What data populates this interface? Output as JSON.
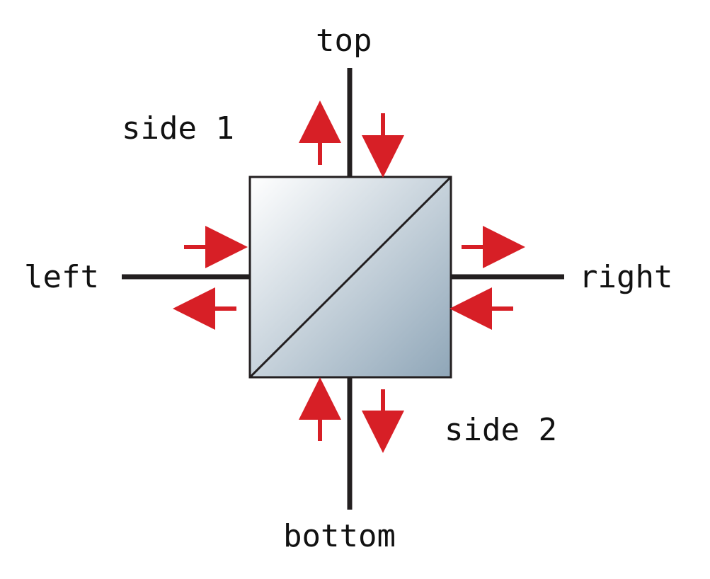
{
  "labels": {
    "top": "top",
    "bottom": "bottom",
    "left": "left",
    "right": "right",
    "side1": "side 1",
    "side2": "side 2"
  },
  "colors": {
    "port_line": "#231f20",
    "arrow": "#d71f26",
    "cube_edge": "#231f20",
    "cube_gradient_start": "#ffffff",
    "cube_gradient_end": "#8fa6b8"
  },
  "icons": {
    "component": "beam-splitter-cube-icon",
    "arrow": "arrow-icon"
  }
}
